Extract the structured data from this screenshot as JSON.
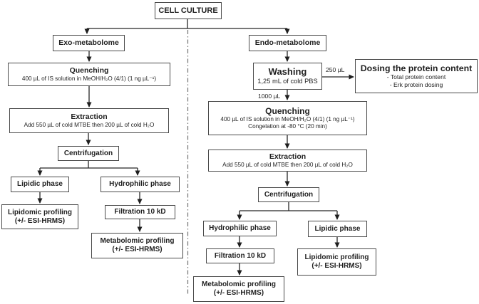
{
  "colors": {
    "background": "#ffffff",
    "box_border": "#4a4a4a",
    "text": "#1f1f1f",
    "connector_line": "#262626",
    "divider_line": "#737373"
  },
  "root": {
    "label": "CELL CULTURE"
  },
  "exo_branch": {
    "label": "Exo-metabolome",
    "quenching": {
      "title": "Quenching",
      "detail": "400 µL of IS solution in MeOH/H₂O (4/1) (1 ng µL⁻¹)"
    },
    "extraction": {
      "title": "Extraction",
      "detail": "Add 550 µL of cold MTBE then 200 µL of cold H₂O"
    },
    "centrifugation": {
      "title": "Centrifugation"
    },
    "lipidic_phase": {
      "title": "Lipidic phase"
    },
    "hydrophilic_phase": {
      "title": "Hydrophilic phase"
    },
    "lipidomic_profiling": {
      "title": "Lipidomic profiling",
      "subtitle": "(+/- ESI-HRMS)"
    },
    "filtration": {
      "title": "Filtration 10 kD"
    },
    "metabolomic_profiling": {
      "title": "Metabolomic profiling",
      "subtitle": "(+/- ESI-HRMS)"
    }
  },
  "endo_branch": {
    "label": "Endo-metabolome",
    "washing": {
      "title": "Washing",
      "detail": "1,25 mL of cold PBS"
    },
    "dosing": {
      "title": "Dosing the protein content",
      "items": [
        "- Total protein content",
        "- Erk protein dosing"
      ]
    },
    "quenching": {
      "title": "Quenching",
      "detail_1": "400 µL of IS solution in MeOH/H₂O (4/1) (1 ng µL⁻¹)",
      "detail_2": "Congelation at -80 °C (20 min)"
    },
    "extraction": {
      "title": "Extraction",
      "detail": "Add 550 µL of cold MTBE then 200 µL of cold H₂O"
    },
    "centrifugation": {
      "title": "Centrifugation"
    },
    "hydrophilic_phase": {
      "title": "Hydrophilic phase"
    },
    "lipidic_phase": {
      "title": "Lipidic phase"
    },
    "filtration": {
      "title": "Filtration 10 kD"
    },
    "metabolomic_profiling": {
      "title": "Metabolomic profiling",
      "subtitle": "(+/- ESI-HRMS)"
    },
    "lipidomic_profiling": {
      "title": "Lipidomic profiling",
      "subtitle": "(+/- ESI-HRMS)"
    }
  },
  "flow_labels": {
    "to_dosing": "250 µL",
    "to_quenching": "1000 µL"
  }
}
